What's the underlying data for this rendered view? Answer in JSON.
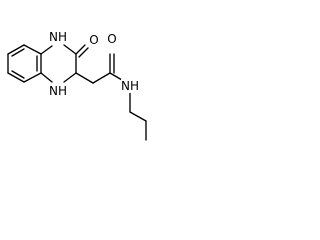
{
  "molecule": {
    "atoms": {
      "nh_top": "NH",
      "o_ring": "O",
      "nh_bottom": "NH",
      "o_amide": "O",
      "nh_amide": "NH"
    }
  }
}
